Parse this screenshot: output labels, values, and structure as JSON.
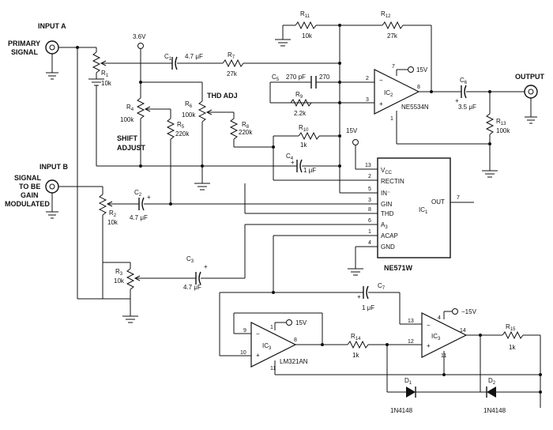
{
  "labels": {
    "input_a": "INPUT A",
    "primary_signal_1": "PRIMARY",
    "primary_signal_2": "SIGNAL",
    "input_b": "INPUT B",
    "signal_b_1": "SIGNAL",
    "signal_b_2": "TO BE",
    "signal_b_3": "GAIN",
    "signal_b_4": "MODULATED",
    "output": "OUTPUT",
    "v36": "3.6V",
    "shift_adjust_1": "SHIFT",
    "shift_adjust_2": "ADJUST",
    "thd_adj": "THD ADJ",
    "v15_top": "15V",
    "v15_ic1": "15V",
    "v15_ic3a": "15V",
    "vneg15_ic3b": "−15V"
  },
  "components": {
    "R1": {
      "name": "R",
      "sub": "1",
      "value": "10k"
    },
    "R2": {
      "name": "R",
      "sub": "2",
      "value": "10k"
    },
    "R3": {
      "name": "R",
      "sub": "3",
      "value": "10k"
    },
    "R4": {
      "name": "R",
      "sub": "4",
      "value": "100k"
    },
    "R5": {
      "name": "R",
      "sub": "5",
      "value": "220k"
    },
    "R6": {
      "name": "R",
      "sub": "6",
      "value": "100k"
    },
    "R7": {
      "name": "R",
      "sub": "7",
      "value": "27k"
    },
    "R8": {
      "name": "R",
      "sub": "8",
      "value": "220k"
    },
    "R9": {
      "name": "R",
      "sub": "9",
      "value": "2.2k"
    },
    "R10": {
      "name": "R",
      "sub": "10",
      "value": "1k"
    },
    "R11": {
      "name": "R",
      "sub": "11",
      "value": "10k"
    },
    "R12": {
      "name": "R",
      "sub": "12",
      "value": "27k"
    },
    "R13": {
      "name": "R",
      "sub": "13",
      "value": "100k"
    },
    "R14": {
      "name": "R",
      "sub": "14",
      "value": "1k"
    },
    "R15": {
      "name": "R",
      "sub": "15",
      "value": "1k"
    },
    "C1": {
      "name": "C",
      "sub": "1",
      "value": "4.7 μF"
    },
    "C2": {
      "name": "C",
      "sub": "2",
      "value": "4.7 μF"
    },
    "C3": {
      "name": "C",
      "sub": "3",
      "value": "4.7 μF"
    },
    "C4": {
      "name": "C",
      "sub": "4",
      "value": "1 μF"
    },
    "C5": {
      "name": "C",
      "sub": "5",
      "value": "270 pF",
      "value2": "270"
    },
    "C6": {
      "name": "C",
      "sub": "6",
      "value": "3.5 μF"
    },
    "C7": {
      "name": "C",
      "sub": "7",
      "value": "1 μF"
    },
    "D1": {
      "name": "D",
      "sub": "1",
      "part": "1N4148"
    },
    "D2": {
      "name": "D",
      "sub": "2",
      "part": "1N4148"
    }
  },
  "ics": {
    "ic1": {
      "name": "IC",
      "sub": "1",
      "part": "NE571W",
      "pins_left": [
        {
          "num": "13",
          "label": "V",
          "label_sub": "CC"
        },
        {
          "num": "2",
          "label": "RECTIN"
        },
        {
          "num": "5",
          "label": "IN⁻"
        },
        {
          "num": "3",
          "label": "GIN"
        },
        {
          "num": "8",
          "label": "THD"
        },
        {
          "num": "6",
          "label": "A",
          "label_sub": "3"
        },
        {
          "num": "1",
          "label": "ACAP"
        },
        {
          "num": "4",
          "label": "GND"
        }
      ],
      "pin_right": {
        "num": "7",
        "label": "OUT"
      }
    },
    "ic2": {
      "name": "IC",
      "sub": "2",
      "part": "NE5534N",
      "pins": [
        "7",
        "2",
        "3",
        "8",
        "1"
      ]
    },
    "ic3a": {
      "name": "IC",
      "sub": "3",
      "part": "LM321AN",
      "pins": [
        "9",
        "1",
        "10",
        "8",
        "11"
      ]
    },
    "ic3b": {
      "name": "IC",
      "sub": "3",
      "pins": [
        "13",
        "4",
        "12",
        "14",
        "11"
      ]
    }
  }
}
